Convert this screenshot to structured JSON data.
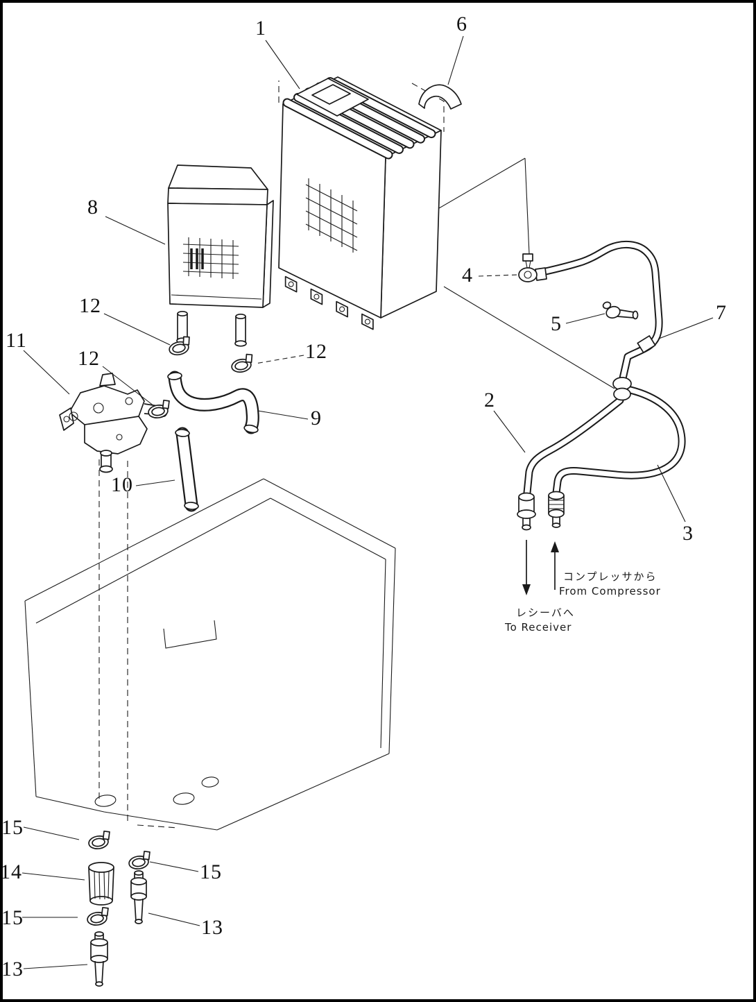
{
  "figure": {
    "part_labels": [
      {
        "text": "1"
      },
      {
        "text": "6"
      },
      {
        "text": "8"
      },
      {
        "text": "12"
      },
      {
        "text": "12"
      },
      {
        "text": "12"
      },
      {
        "text": "11"
      },
      {
        "text": "9"
      },
      {
        "text": "10"
      },
      {
        "text": "4"
      },
      {
        "text": "5"
      },
      {
        "text": "7"
      },
      {
        "text": "2"
      },
      {
        "text": "3"
      },
      {
        "text": "15"
      },
      {
        "text": "15"
      },
      {
        "text": "14"
      },
      {
        "text": "15"
      },
      {
        "text": "13"
      },
      {
        "text": "13"
      }
    ],
    "annotations": {
      "from_compressor_jp": "コンプレッサから",
      "from_compressor_en": "From  Compressor",
      "to_receiver_jp": "レシーバへ",
      "to_receiver_en": "To  Receiver"
    },
    "colors": {
      "line": "#1a1a1a",
      "background": "#ffffff"
    }
  }
}
